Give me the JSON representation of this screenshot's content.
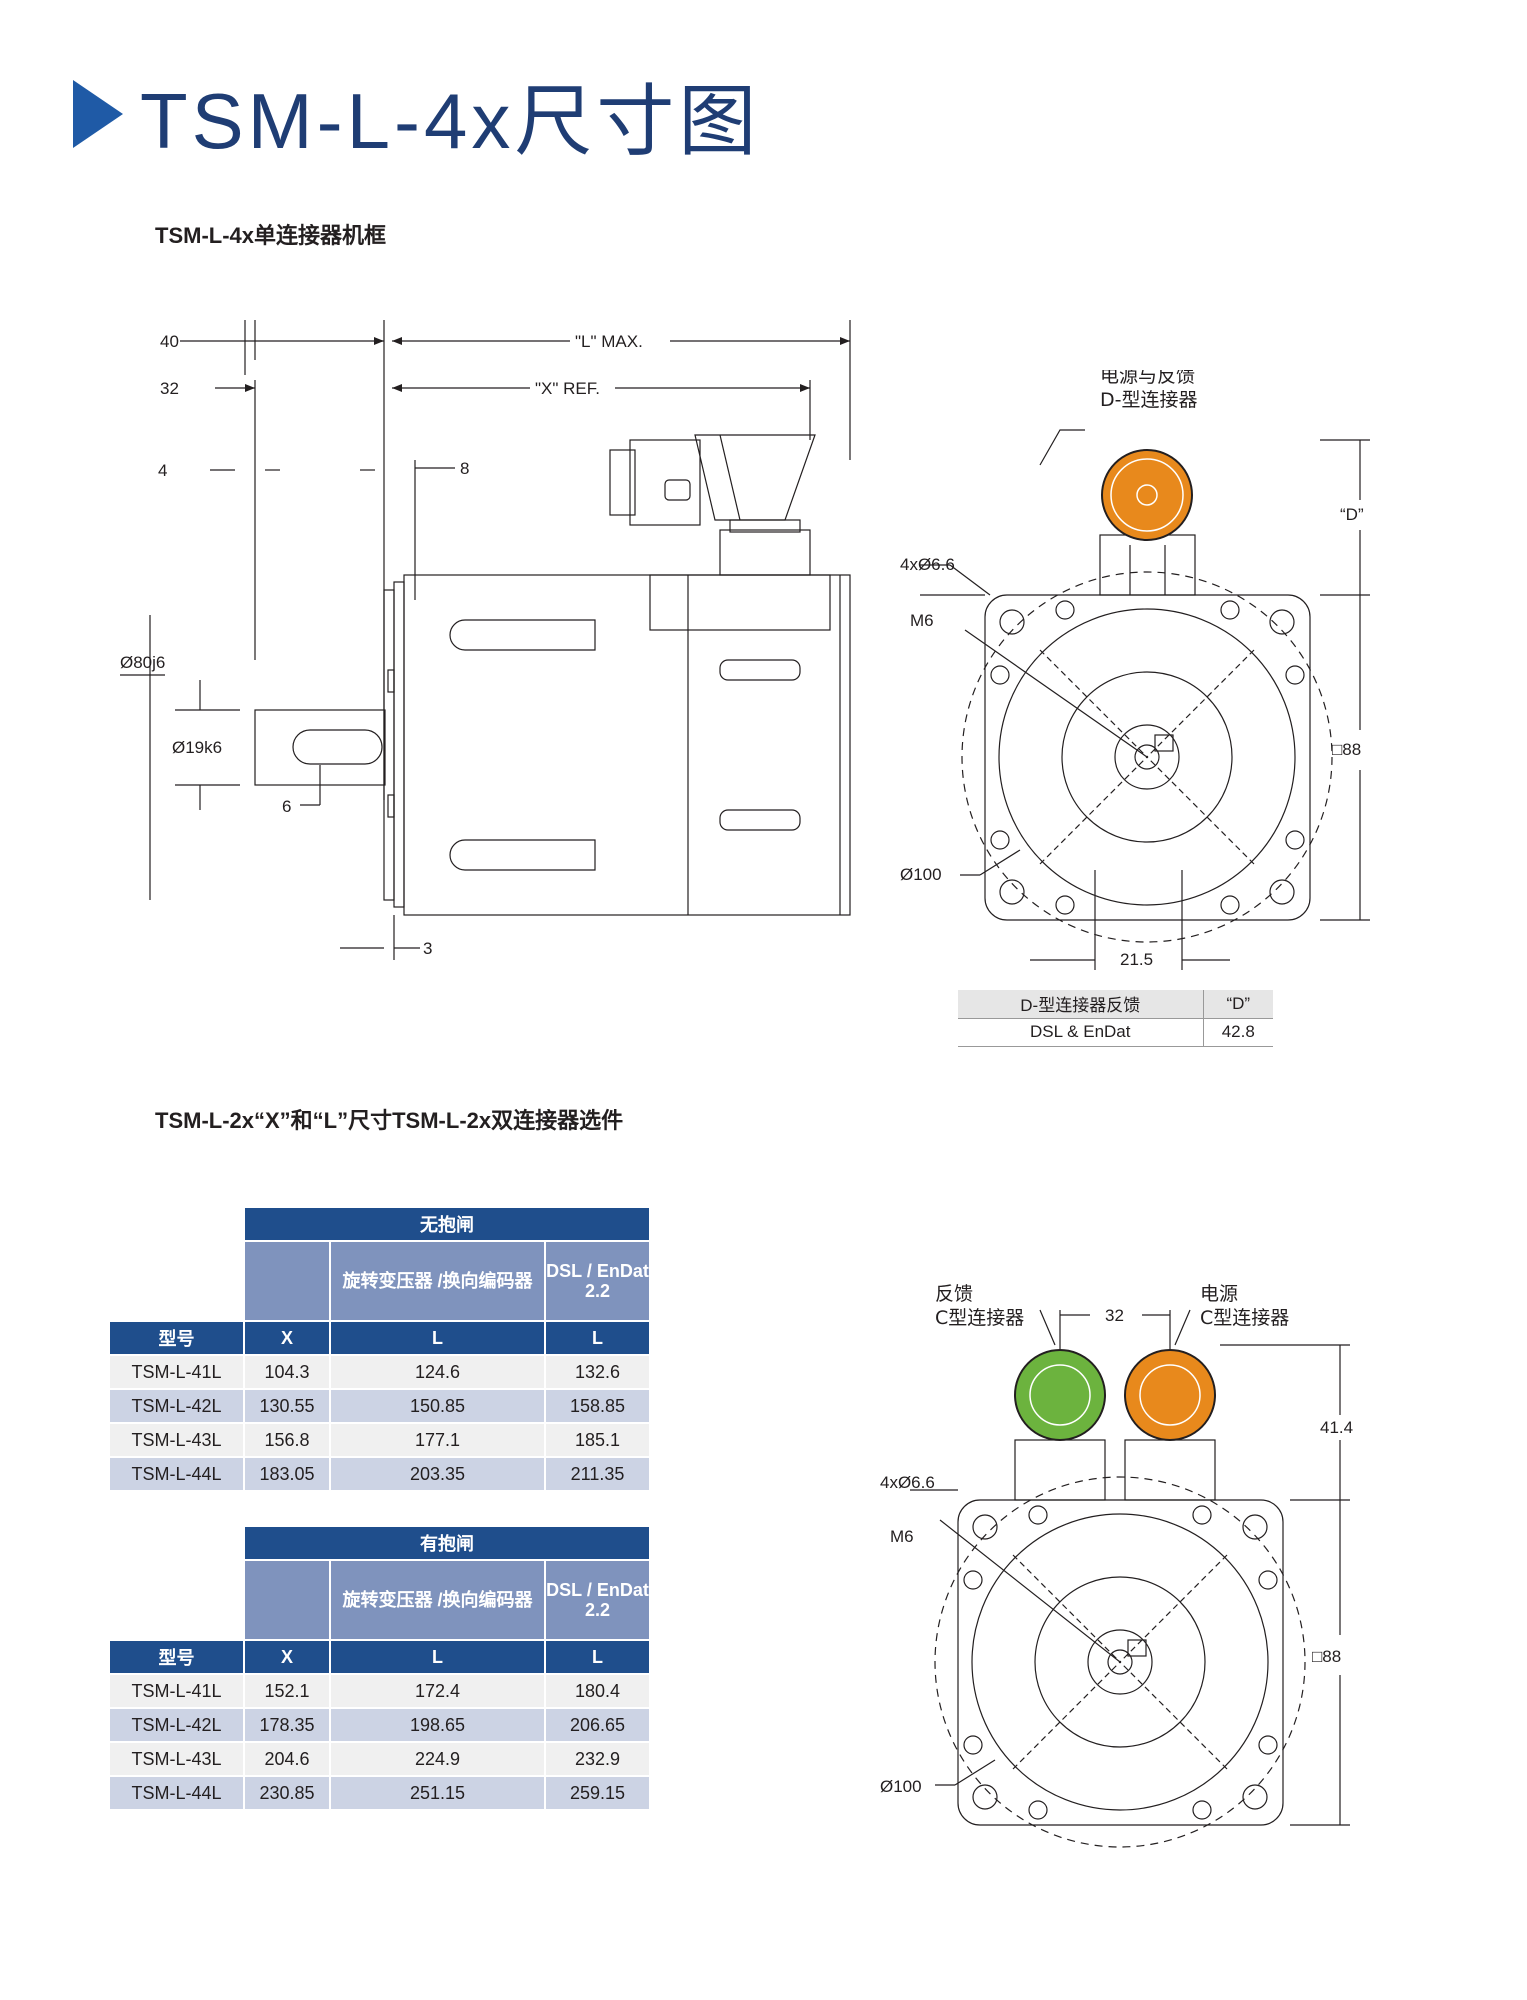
{
  "page": {
    "title": "TSM-L-4x尺寸图"
  },
  "section1": {
    "heading": "TSM-L-4x单连接器机框",
    "dims": {
      "d40": "40",
      "d32": "32",
      "d4": "4",
      "d8": "8",
      "l_max": "\"L\" MAX.",
      "x_ref": "\"X\" REF.",
      "shaft_pilot": "Ø80j6",
      "shaft_dia": "Ø19k6",
      "key6": "6",
      "flange3": "3"
    },
    "front": {
      "connector_label": [
        "电源与反馈",
        "D-型连接器"
      ],
      "d_dim": "“D”",
      "holes": "4xØ6.6",
      "thread": "M6",
      "pcd": "Ø100",
      "square": "□88",
      "offset": "21.5"
    },
    "d_table": {
      "header": [
        "D-型连接器反馈",
        "“D”"
      ],
      "row": [
        "DSL & EnDat",
        "42.8"
      ]
    }
  },
  "section2": {
    "heading": "TSM-L-2x“X”和“L”尺寸TSM-L-2x双连接器选件",
    "front": {
      "feedback_label": [
        "反馈",
        "C型连接器"
      ],
      "power_label": [
        "电源",
        "C型连接器"
      ],
      "spacing": "32",
      "height": "41.4",
      "holes": "4xØ6.6",
      "thread": "M6",
      "pcd": "Ø100",
      "square": "□88"
    }
  },
  "table_no_brake": {
    "group": "无抱闸",
    "sub": [
      "旋转变压器 /换向编码器",
      "DSL / EnDat 2.2"
    ],
    "cols": [
      "型号",
      "X",
      "L",
      "L"
    ],
    "rows": [
      [
        "TSM-L-41L",
        "104.3",
        "124.6",
        "132.6"
      ],
      [
        "TSM-L-42L",
        "130.55",
        "150.85",
        "158.85"
      ],
      [
        "TSM-L-43L",
        "156.8",
        "177.1",
        "185.1"
      ],
      [
        "TSM-L-44L",
        "183.05",
        "203.35",
        "211.35"
      ]
    ]
  },
  "table_brake": {
    "group": "有抱闸",
    "sub": [
      "旋转变压器 /换向编码器",
      "DSL / EnDat 2.2"
    ],
    "cols": [
      "型号",
      "X",
      "L",
      "L"
    ],
    "rows": [
      [
        "TSM-L-41L",
        "152.1",
        "172.4",
        "180.4"
      ],
      [
        "TSM-L-42L",
        "178.35",
        "198.65",
        "206.65"
      ],
      [
        "TSM-L-43L",
        "204.6",
        "224.9",
        "232.9"
      ],
      [
        "TSM-L-44L",
        "230.85",
        "251.15",
        "259.15"
      ]
    ]
  },
  "colors": {
    "brand_blue": "#1f4e8c",
    "connector_orange": "#e8891c",
    "connector_green": "#6cb33e"
  }
}
